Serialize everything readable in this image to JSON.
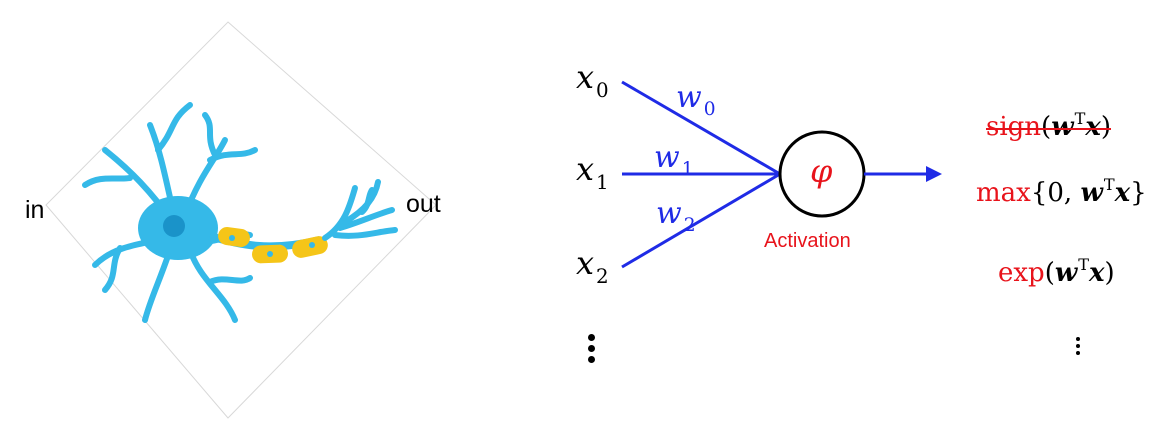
{
  "biology": {
    "in_label": "in",
    "out_label": "out"
  },
  "perceptron": {
    "inputs": [
      {
        "var": "x",
        "sub": "0"
      },
      {
        "var": "x",
        "sub": "1"
      },
      {
        "var": "x",
        "sub": "2"
      }
    ],
    "weights": [
      {
        "var": "w",
        "sub": "0"
      },
      {
        "var": "w",
        "sub": "1"
      },
      {
        "var": "w",
        "sub": "2"
      }
    ],
    "node_symbol": "φ",
    "activation_label": "Activation"
  },
  "activations": [
    {
      "fn": "sign",
      "open": "(",
      "w": "w",
      "t": "T",
      "x": "x",
      "close": ")",
      "struck": true
    },
    {
      "fn": "max",
      "open": "{0, ",
      "w": "w",
      "t": "T",
      "x": "x",
      "close": "}",
      "struck": false
    },
    {
      "fn": "exp",
      "open": "(",
      "w": "w",
      "t": "T",
      "x": "x",
      "close": ")",
      "struck": false
    }
  ],
  "colors": {
    "edges": "#1f2be6",
    "weights": "#1f2be6",
    "activation_text": "#e8131b",
    "axon_yellow": "#f5c518",
    "neuron_blue": "#35b9e8"
  }
}
